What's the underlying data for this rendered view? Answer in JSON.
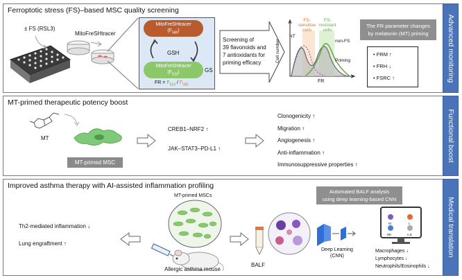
{
  "panels": [
    {
      "title": "Ferroptotic stress (FS)–based MSC quality screening",
      "side_label": "Advanced monitoring",
      "fs_label": "± FS (RSL3)",
      "tracer_label": "MitoFreSHtracer",
      "probe_top": {
        "name": "MitoFreSHtracer",
        "sub": "(F",
        "sub_idx": "580",
        "close": ")"
      },
      "gsh": "GSH",
      "gs": "GS",
      "probe_bottom": {
        "name": "MitoFreSHtracer",
        "sub": "(F",
        "sub_idx": "510",
        "close": ")"
      },
      "fr_formula": {
        "prefix": "FR = ",
        "num": "F",
        "num_idx": "510",
        "sep": " / ",
        "den": "F",
        "den_idx": "580"
      },
      "screening_text": [
        "Screening of",
        "39 flavonoids and",
        "7 antioxidants for",
        "priming efficacy"
      ],
      "graph": {
        "fs_sensitive": "FS-\nsensitive\ncells",
        "fs_sensitive_lines": [
          "FS-",
          "sensitive",
          "cells"
        ],
        "fs_resistant_lines": [
          "FS-",
          "resistant",
          "cells"
        ],
        "nt": "NT",
        "non_fs": "non-FS",
        "priming": "Priming",
        "y_label": "Cell number",
        "x_label": "FR"
      },
      "fr_header": [
        "The FR parameter changes",
        "by melatonin (MT) priming"
      ],
      "fr_list": [
        "FRM ↑",
        "FRH ↓",
        "FSRC ↑"
      ]
    },
    {
      "title": "MT-primed therapeutic potency boost",
      "side_label": "Functional boost",
      "mt_label": "MT",
      "msc_label": "MT-primed MSC",
      "pathways": [
        "CREB1–NRF2 ↑",
        "JAK–STAT3–PD-L1 ↑"
      ],
      "effects": [
        "Clonogenicity ↑",
        "Migration ↑",
        "Angiogenesis ↑",
        "Anti-inflammation ↑",
        "Immunosuppressive properties ↑"
      ]
    },
    {
      "title": "Improved asthma therapy with AI-assisted inflammation profiling",
      "side_label": "Medical translation",
      "outcomes": [
        "Th2-mediated inflammation ↓",
        "Lung engraftment ↑"
      ],
      "mscs_label": "MT-primed MSCs",
      "mouse_label": "Allergic asthma mouse",
      "balf_label": "BALF",
      "balf_header": [
        "Automated BALF analysis",
        "using deep learning-based CNN"
      ],
      "dl_label": [
        "Deep Learning",
        "(CNN)"
      ],
      "cell_letters": [
        "M",
        "L",
        "NE",
        "n.d."
      ],
      "cell_results": [
        "Macrophages ↓",
        "Lymphocytes ↓",
        "Neutrophils/Eosinophils ↓"
      ]
    }
  ],
  "colors": {
    "sidebar": "#4a73b8",
    "probe_top": "#b95b2c",
    "probe_bottom": "#8cc76a",
    "probe_box": "#dde8f7",
    "msc_box": "#8a8a8a",
    "fr_header_box": "#8f8f8f",
    "balf_header_box": "#8f8f8f",
    "fs_sensitive": "#d07a3a",
    "fs_resistant": "#6aa84f",
    "nt_curve": "#9a5ab0",
    "dl_blue": "#2f6fd6"
  }
}
